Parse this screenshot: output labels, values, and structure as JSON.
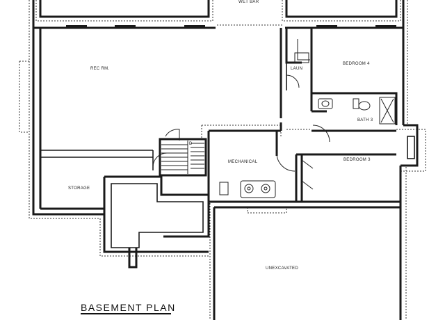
{
  "plan": {
    "title": "BASEMENT PLAN",
    "rooms": {
      "wet_bar": "WET BAR",
      "rec_rm": "REC RM.",
      "bedroom_4": "BEDROOM 4",
      "laun": "LAUN",
      "bath_3": "BATH 3",
      "mechanical": "MECHANICAL",
      "bedroom_3": "BEDROOM 3",
      "storage": "STORAGE",
      "unexcavated": "UNEXCAVATED"
    }
  }
}
